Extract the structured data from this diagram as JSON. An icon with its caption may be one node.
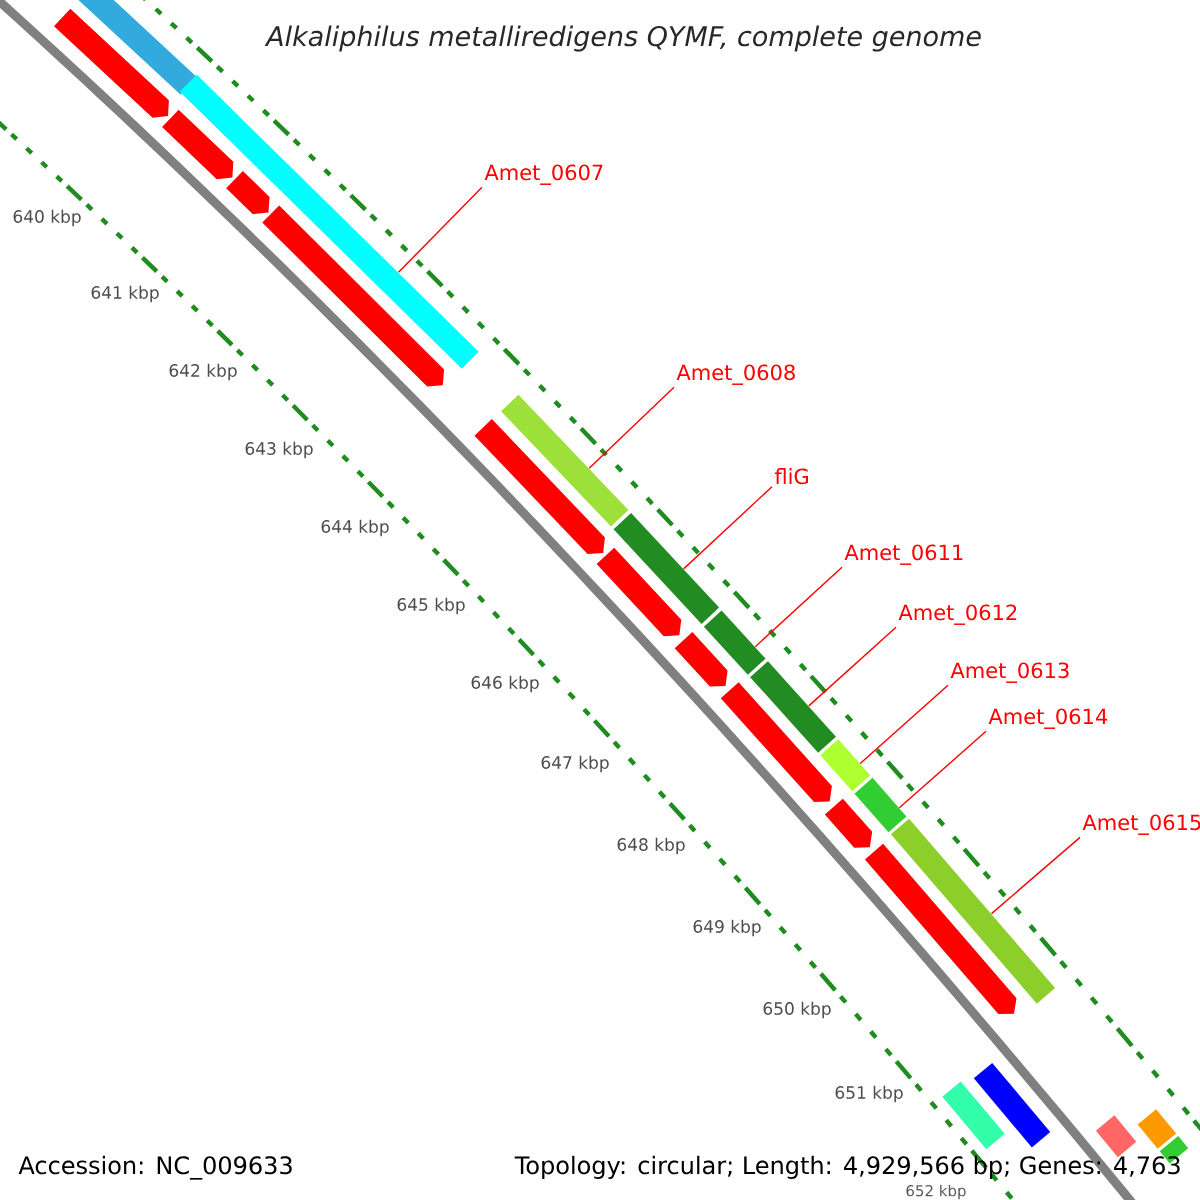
{
  "diagram": {
    "title": "Alkaliphilus metalliredigens QYMF, complete genome",
    "nodes": [
      {
        "text": [
          "Amet_0607"
        ]
      },
      {
        "text": [
          "Amet_0608"
        ]
      },
      {
        "text": [
          "fliG"
        ]
      },
      {
        "text": [
          "Amet_0611"
        ]
      },
      {
        "text": [
          "Amet_0612"
        ]
      },
      {
        "text": [
          "Amet_0613"
        ]
      },
      {
        "text": [
          "Amet_0614"
        ]
      },
      {
        "text": [
          "Amet_0615"
        ]
      },
      {
        "text": [],
        "shape": "bar"
      },
      {
        "text": [],
        "shape": "bar"
      },
      {
        "text": [],
        "shape": "bar"
      },
      {
        "text": [],
        "shape": "bar"
      },
      {
        "text": [],
        "shape": "bar"
      },
      {
        "text": [],
        "shape": "bar"
      },
      {
        "text": [],
        "shape": "bar"
      },
      {
        "text": [],
        "shape": "bar"
      },
      {
        "text": [],
        "shape": "arrow"
      },
      {
        "text": [],
        "shape": "arrow"
      },
      {
        "text": [],
        "shape": "arrow"
      },
      {
        "text": [],
        "shape": "arrow"
      },
      {
        "text": [],
        "shape": "arrow"
      },
      {
        "text": [],
        "shape": "arrow"
      },
      {
        "text": [],
        "shape": "arrow"
      },
      {
        "text": [],
        "shape": "arrow"
      },
      {
        "text": [],
        "shape": "arrow"
      },
      {
        "text": [],
        "shape": "arrow"
      },
      {
        "text": [],
        "shape": "bar"
      },
      {
        "text": [],
        "shape": "bar"
      },
      {
        "text": [],
        "shape": "bar"
      },
      {
        "text": [],
        "shape": "bar"
      },
      {
        "text": [],
        "shape": "bar"
      },
      {
        "text": [],
        "shape": "bar"
      }
    ],
    "edges": [
      {
        "from": 0,
        "to": 8,
        "arrow": "none"
      },
      {
        "from": 1,
        "to": 9,
        "arrow": "none"
      },
      {
        "from": 2,
        "to": 10,
        "arrow": "none"
      },
      {
        "from": 3,
        "to": 11,
        "arrow": "none"
      },
      {
        "from": 4,
        "to": 12,
        "arrow": "none"
      },
      {
        "from": 5,
        "to": 13,
        "arrow": "none"
      },
      {
        "from": 6,
        "to": 14,
        "arrow": "none"
      },
      {
        "from": 7,
        "to": 15,
        "arrow": "none"
      }
    ],
    "labels": [
      "640 kbp",
      "641 kbp",
      "642 kbp",
      "643 kbp",
      "644 kbp",
      "645 kbp",
      "646 kbp",
      "647 kbp",
      "648 kbp",
      "649 kbp",
      "650 kbp",
      "651 kbp",
      "652 kbp",
      "Accession: NC_009633",
      "Topology: circular; Length: 4,929,566 bp; Genes: 4,763"
    ]
  }
}
